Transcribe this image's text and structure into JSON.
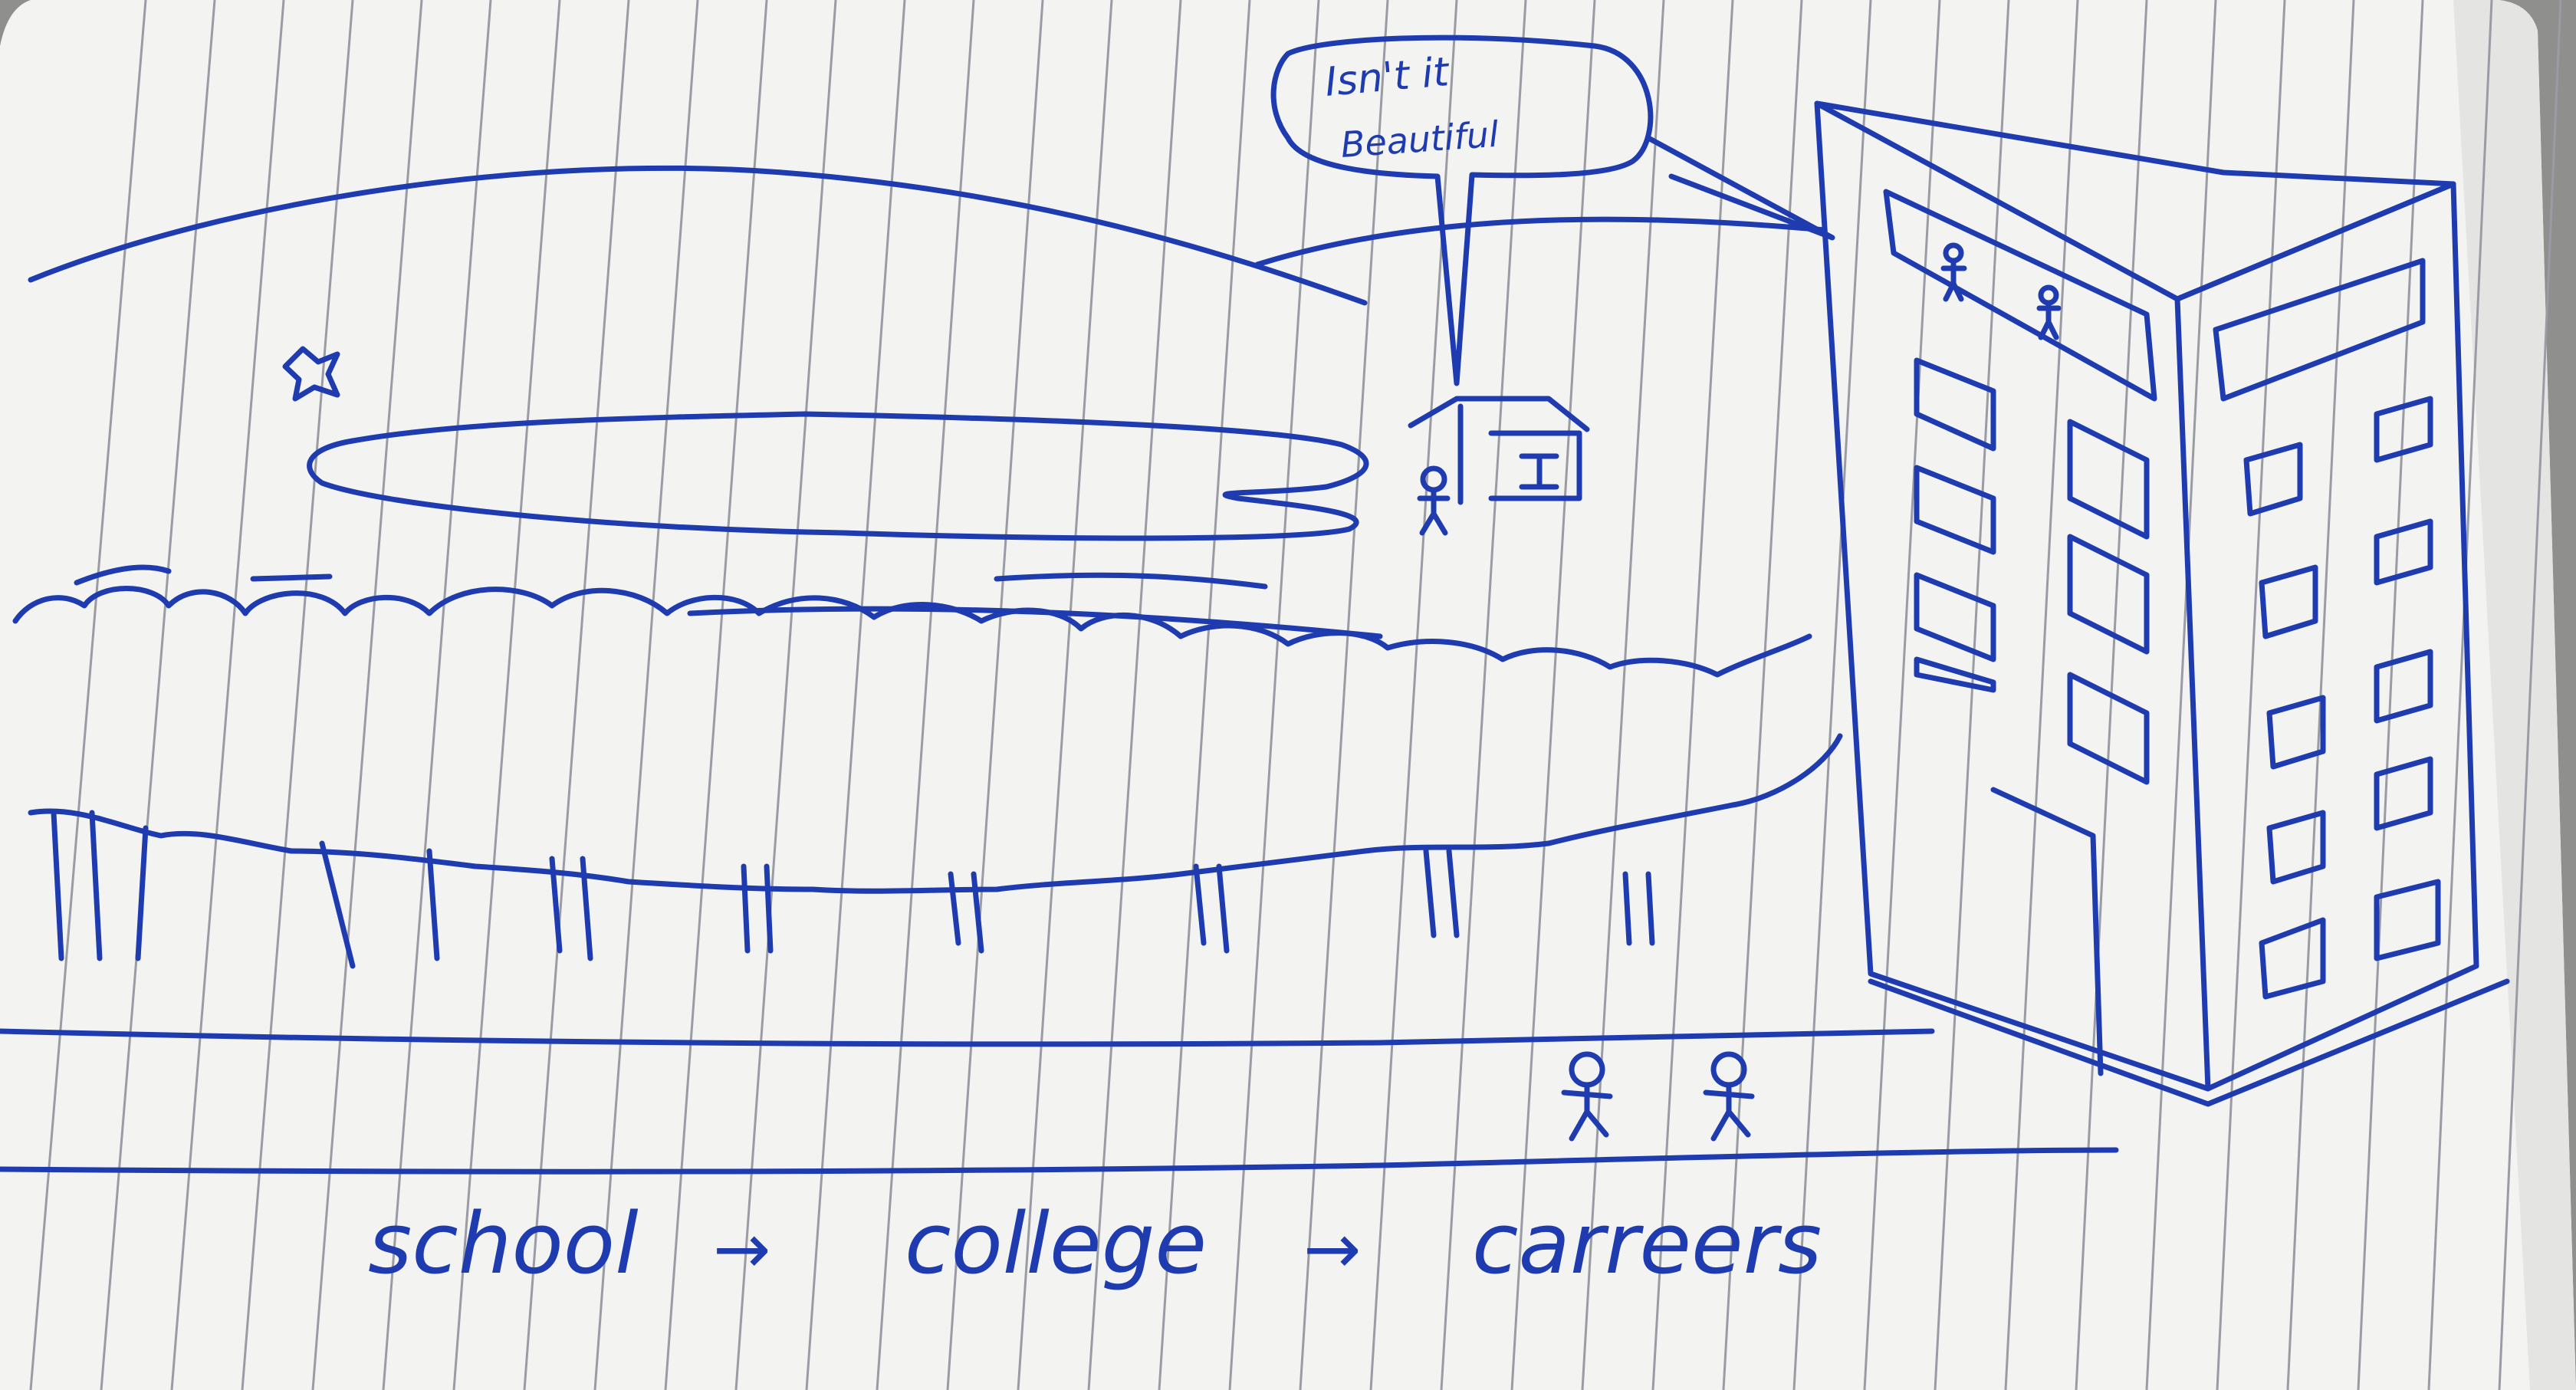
{
  "colors": {
    "ink": "#1f3bb0",
    "paper": "#f3f3f1",
    "rule_line": "#9a9ca3",
    "background": "#8f8f8d"
  },
  "speech_bubble": {
    "line1": "Isn't it",
    "line2": "Beautiful"
  },
  "caption": {
    "step1": "school",
    "arrow": "→",
    "step2": "college",
    "step3": "carreers"
  },
  "icons": [
    "star-icon",
    "stick-figure-icon",
    "window-icon"
  ]
}
